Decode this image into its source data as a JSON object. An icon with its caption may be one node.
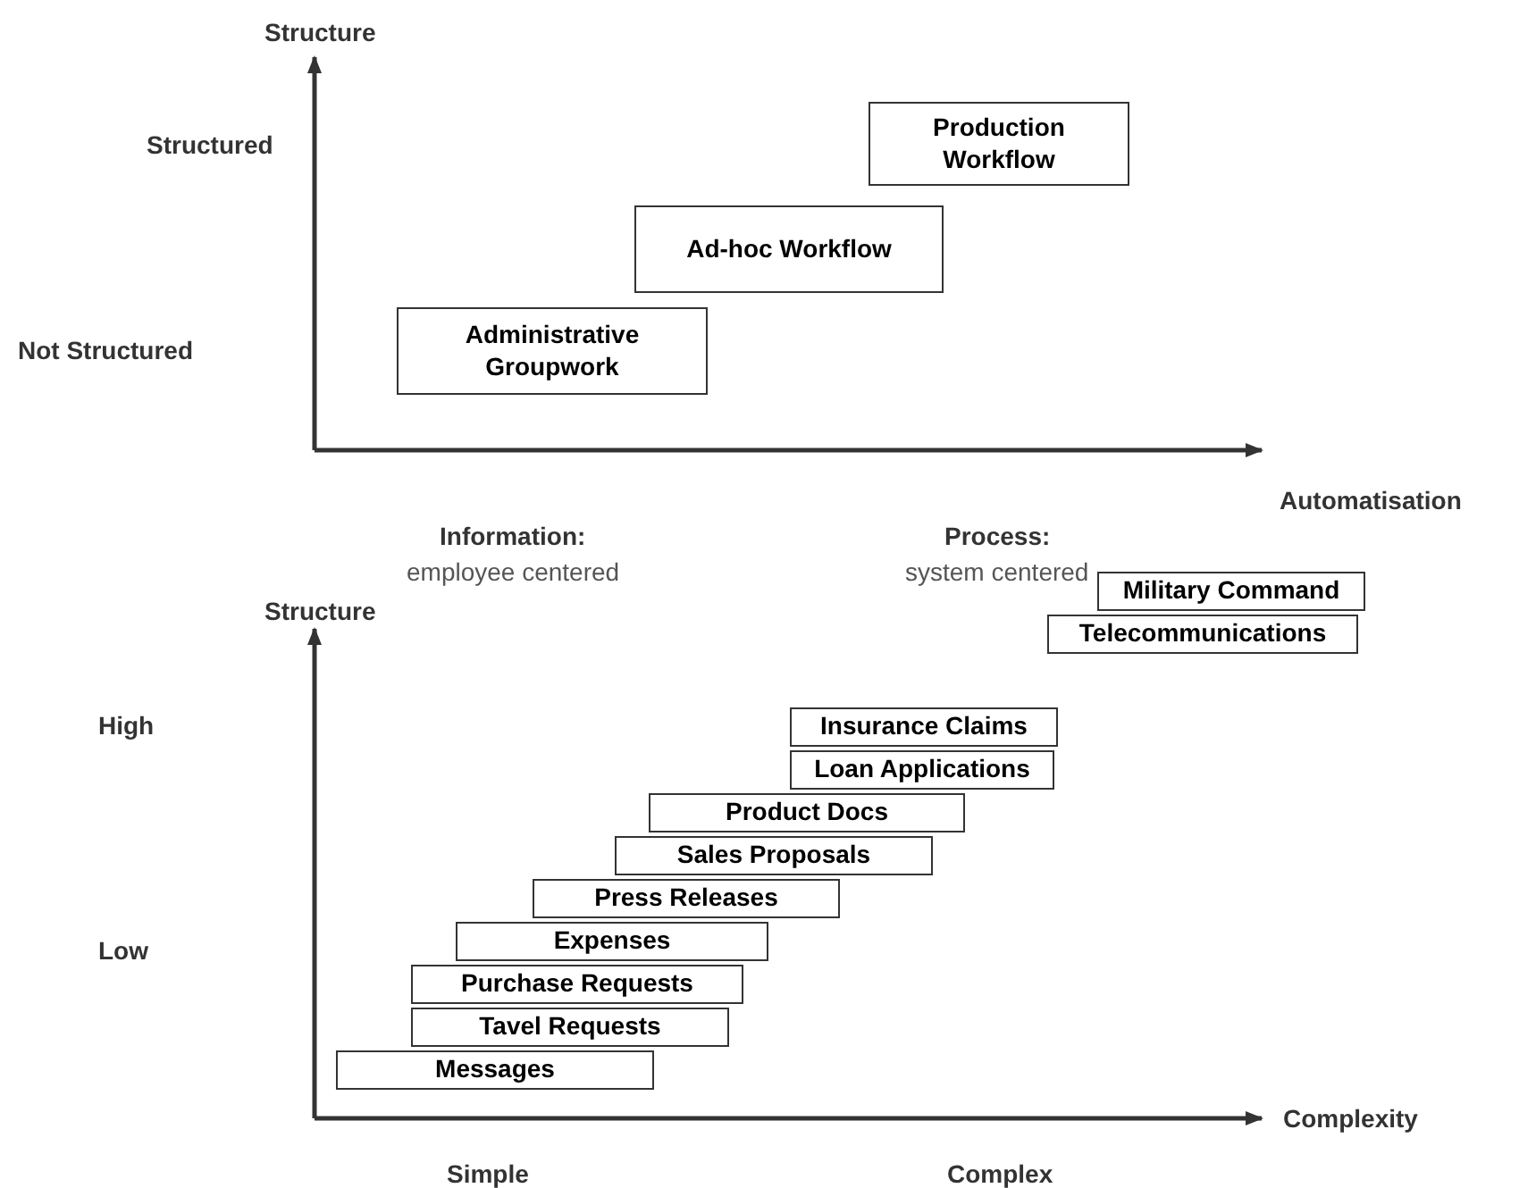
{
  "diagram": {
    "nodes": [
      {
        "text": [
          "Production Workflow"
        ]
      },
      {
        "text": [
          "Ad-hoc Workflow"
        ]
      },
      {
        "text": [
          "Administrative Groupwork"
        ]
      },
      {
        "text": [
          "Military Command"
        ]
      },
      {
        "text": [
          "Telecommunications"
        ]
      },
      {
        "text": [
          "Insurance Claims"
        ]
      },
      {
        "text": [
          "Loan Applications"
        ]
      },
      {
        "text": [
          "Product Docs"
        ]
      },
      {
        "text": [
          "Sales Proposals"
        ]
      },
      {
        "text": [
          "Press Releases"
        ]
      },
      {
        "text": [
          "Expenses"
        ]
      },
      {
        "text": [
          "Purchase Requests"
        ]
      },
      {
        "text": [
          "Tavel Requests"
        ]
      },
      {
        "text": [
          "Messages"
        ]
      }
    ],
    "edges": [],
    "labels": [
      "Structure",
      "Structured",
      "Not Structured",
      "Automatisation",
      "Information:",
      "Process:",
      "employee centered",
      "system centered",
      "Structure",
      "High",
      "Low",
      "Complexity",
      "Simple",
      "Complex"
    ]
  }
}
